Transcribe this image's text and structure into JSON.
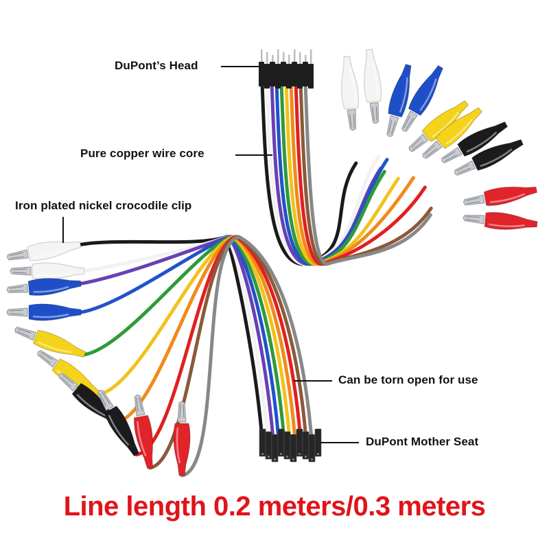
{
  "callouts": {
    "dupont_head": "DuPont’s Head",
    "copper_core": "Pure copper wire core",
    "crocodile_clip": "Iron plated nickel crocodile clip",
    "torn_open": "Can be torn open for use",
    "mother_seat": "DuPont Mother Seat"
  },
  "headline": "Line length 0.2 meters/0.3 meters",
  "colors": {
    "headline": "#e0141a",
    "label": "#111111"
  },
  "wire_colors": [
    "#1a1a1a",
    "#f2f2f2",
    "#6a3fb5",
    "#2152c9",
    "#2f9a3a",
    "#f1c21b",
    "#f08a1c",
    "#e02020",
    "#8a5a3a",
    "#888888"
  ],
  "clip_colors": {
    "white": "#f4f4f2",
    "blue": "#1f4fc8",
    "yellow": "#f5d31a",
    "black": "#1b1b1e",
    "red": "#e0242a",
    "metal": "#c9ccd0"
  },
  "top_assembly": {
    "connector": "dupont-male-pins",
    "clips": [
      "white",
      "white",
      "blue",
      "blue",
      "yellow",
      "yellow",
      "black",
      "black",
      "red",
      "red"
    ]
  },
  "bottom_assembly": {
    "connector": "dupont-female-sockets",
    "clips": [
      "white",
      "white",
      "blue",
      "blue",
      "yellow",
      "yellow",
      "black",
      "black",
      "red",
      "red"
    ]
  }
}
